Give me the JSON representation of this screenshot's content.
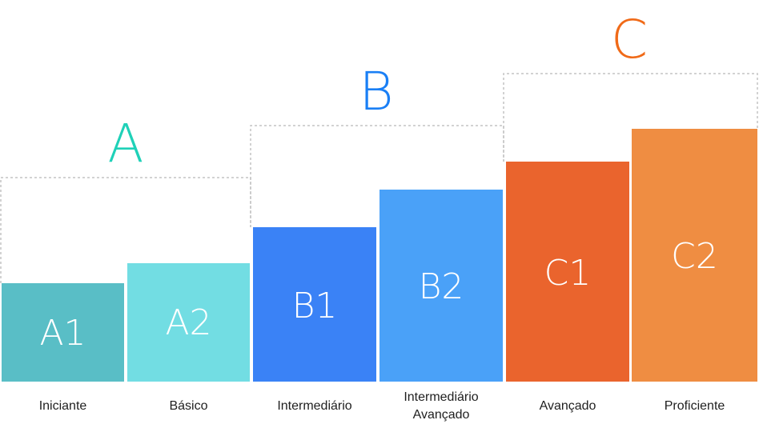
{
  "groups": [
    {
      "letter": "A",
      "color": "#1fd1b8"
    },
    {
      "letter": "B",
      "color": "#1a7ff5"
    },
    {
      "letter": "C",
      "color": "#f06a18"
    }
  ],
  "levels": [
    {
      "code": "A1",
      "label": [
        "Iniciante"
      ],
      "group": 0,
      "color": "#59bec6"
    },
    {
      "code": "A2",
      "label": [
        "Básico"
      ],
      "group": 0,
      "color": "#72dde3"
    },
    {
      "code": "B1",
      "label": [
        "Intermediário"
      ],
      "group": 1,
      "color": "#3a82f6"
    },
    {
      "code": "B2",
      "label": [
        "Intermediário",
        "Avançado"
      ],
      "group": 1,
      "color": "#4aa1f8"
    },
    {
      "code": "C1",
      "label": [
        "Avançado"
      ],
      "group": 2,
      "color": "#ea642d"
    },
    {
      "code": "C2",
      "label": [
        "Proficiente"
      ],
      "group": 2,
      "color": "#ef8d42"
    }
  ]
}
